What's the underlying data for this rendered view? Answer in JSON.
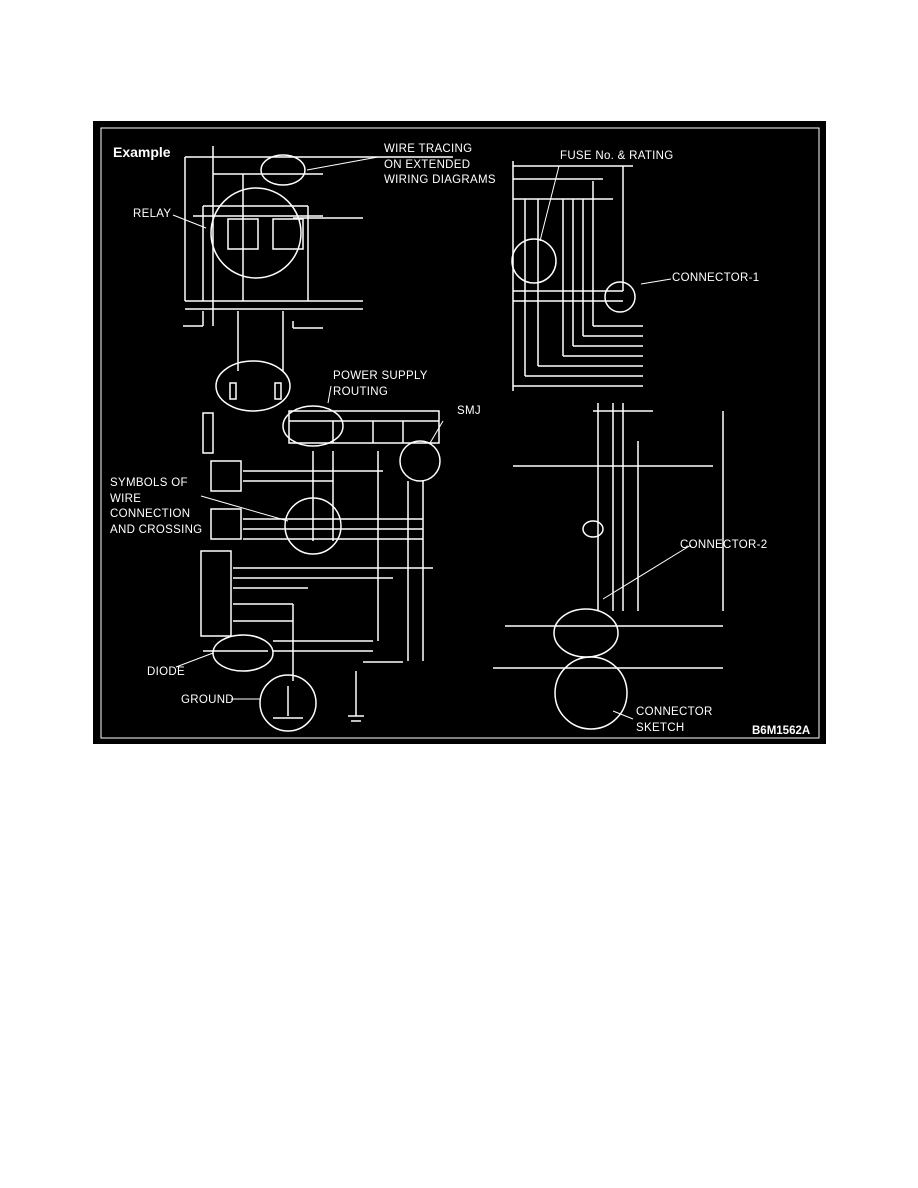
{
  "diagram": {
    "title": "Example",
    "figure_code": "B6M1562A",
    "callouts": {
      "wire_tracing": [
        "WIRE TRACING",
        "ON EXTENDED",
        "WIRING DIAGRAMS"
      ],
      "relay": "RELAY",
      "fuse_rating": "FUSE No. & RATING",
      "connector_1": "CONNECTOR-1",
      "power_supply": [
        "POWER SUPPLY",
        "ROUTING"
      ],
      "smj": "SMJ",
      "symbols": [
        "SYMBOLS OF",
        "WIRE",
        "CONNECTION",
        "AND CROSSING"
      ],
      "connector_2": "CONNECTOR-2",
      "diode": "DIODE",
      "ground": "GROUND",
      "connector_sketch": [
        "CONNECTOR",
        "SKETCH"
      ]
    },
    "colors": {
      "background": "#000000",
      "lines": "#ffffff",
      "page": "#ffffff"
    }
  }
}
